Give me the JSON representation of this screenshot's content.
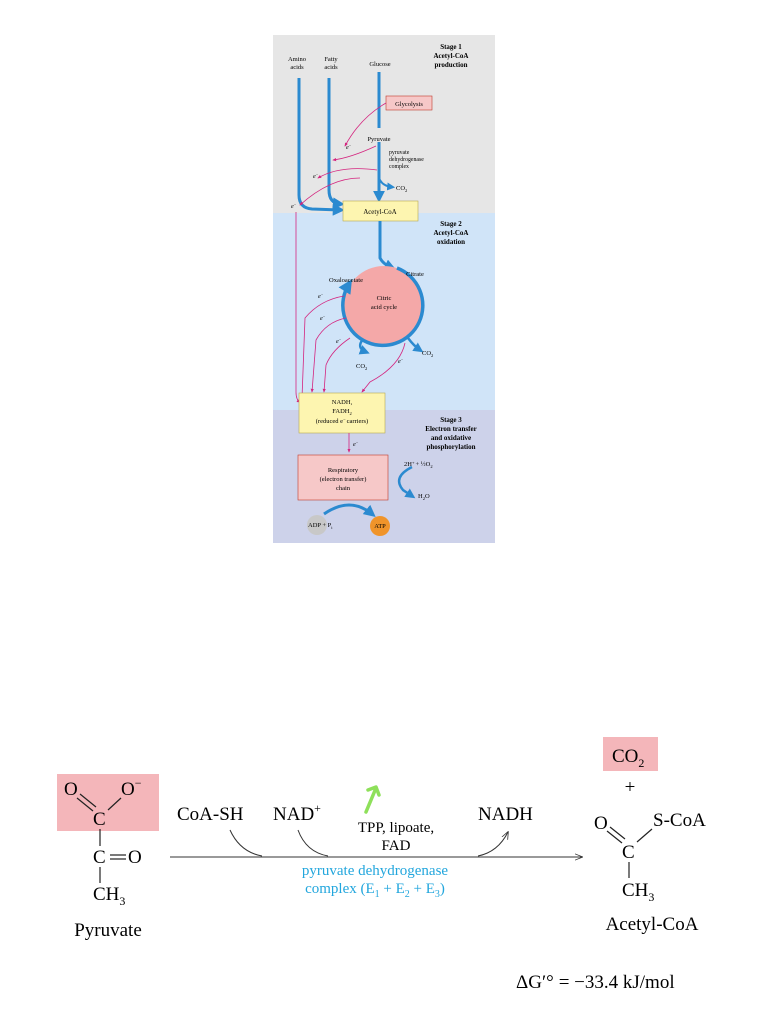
{
  "stages_figure": {
    "stage1": {
      "title": "Stage 1",
      "subtitle_1": "Acetyl-CoA",
      "subtitle_2": "production",
      "color": "#e6e6e6"
    },
    "stage2": {
      "title": "Stage 2",
      "subtitle_1": "Acetyl-CoA",
      "subtitle_2": "oxidation",
      "color": "#d0e4f8"
    },
    "stage3": {
      "title": "Stage 3",
      "subtitle_1": "Electron transfer",
      "subtitle_2": "and oxidative",
      "subtitle_3": "phosphorylation",
      "color": "#cdd2ea"
    },
    "inputs": {
      "amino_1": "Amino",
      "amino_2": "acids",
      "fatty_1": "Fatty",
      "fatty_2": "acids",
      "glucose": "Glucose"
    },
    "glycolysis": "Glycolysis",
    "pyruvate": "Pyruvate",
    "pdh_1": "pyruvate",
    "pdh_2": "dehydrogenase",
    "pdh_3": "complex",
    "co2_label": "CO",
    "co2_sub": "2",
    "acetyl_coa": "Acetyl-CoA",
    "oxaloacetate": "Oxaloacetate",
    "citrate": "Citrate",
    "cycle_1": "Citric",
    "cycle_2": "acid cycle",
    "electron": "e",
    "electron_sup": "−",
    "nadh_1": "NADH,",
    "nadh_2": "FADH",
    "nadh_2_sub": "2",
    "nadh_3": "(reduced e",
    "nadh_3_sup": "−",
    "nadh_3_end": "carriers)",
    "resp_1": "Respiratory",
    "resp_2": "(electron transfer)",
    "resp_3": "chain",
    "proton": "2H",
    "proton_sup": "+",
    "half_o2": "+ ½O",
    "half_o2_sub": "2",
    "water": "H",
    "water_sub": "2",
    "water_end": "O",
    "adp": "ADP + P",
    "adp_sub": "i",
    "atp": "ATP",
    "colors": {
      "flow_blue": "#2b8ad0",
      "electron_pink": "#d4257f",
      "box_yellow": "#fdf5b0",
      "box_pink": "#f6c8c8",
      "citric_circle": "#f4a8a8",
      "adp_gray": "#c8c8c8",
      "atp_orange": "#f0942a"
    }
  },
  "reaction": {
    "reactant": {
      "name": "Pyruvate",
      "o_left": "O",
      "o_right": "O",
      "o_right_sup": "−",
      "c_top": "C",
      "c_mid": "C",
      "o_mid": "O",
      "ch3": "CH",
      "ch3_sub": "3",
      "highlight_color": "#f4b6ba"
    },
    "cosubstrate_1": "CoA-SH",
    "cosubstrate_2": "NAD",
    "cosubstrate_2_sup": "+",
    "cofactors_1": "TPP, lipoate,",
    "cofactors_2": "FAD",
    "product_side": "NADH",
    "enzyme_1": "pyruvate dehydrogenase",
    "enzyme_2_a": "complex (E",
    "enzyme_2_s1": "1",
    "enzyme_2_b": " + E",
    "enzyme_2_s2": "2",
    "enzyme_2_c": " + E",
    "enzyme_2_s3": "3",
    "enzyme_2_d": ")",
    "enzyme_color": "#22a6dd",
    "product": {
      "co2": "CO",
      "co2_sub": "2",
      "plus": "+",
      "o": "O",
      "s_coa": "S-CoA",
      "c": "C",
      "ch3": "CH",
      "ch3_sub": "3",
      "name": "Acetyl-CoA"
    },
    "delta_g_prefix": "ΔG′°",
    "delta_g_value": "= −33.4 kJ/mol"
  }
}
